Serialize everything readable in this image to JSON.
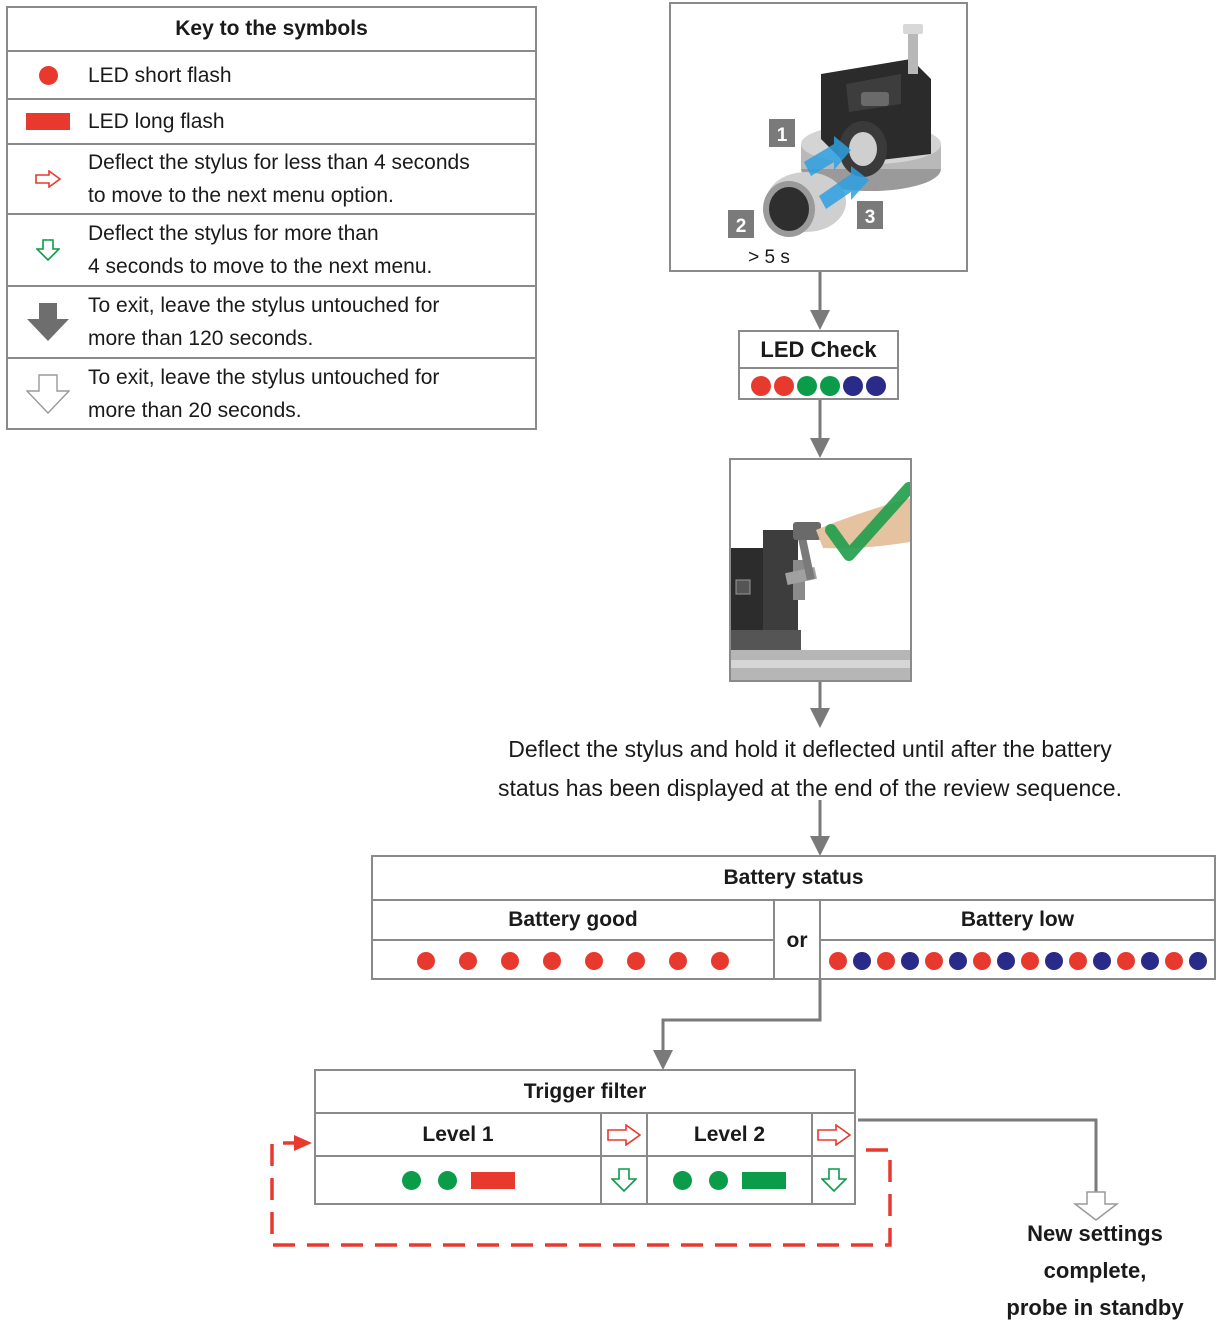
{
  "legend": {
    "title": "Key to the symbols",
    "items": [
      {
        "symbol": "red-dot-icon",
        "text": "LED short flash"
      },
      {
        "symbol": "red-bar-icon",
        "text": "LED long flash"
      },
      {
        "symbol": "red-outline-right-arrow-icon",
        "line1": "Deflect the stylus for less than 4 seconds",
        "line2": "to move to the next menu option."
      },
      {
        "symbol": "green-outline-down-arrow-icon",
        "line1": "Deflect the stylus for more than",
        "line2": "4 seconds to move to the next menu."
      },
      {
        "symbol": "solid-grey-down-arrow-icon",
        "line1": "To exit, leave the stylus untouched for",
        "line2": "more than 120 seconds."
      },
      {
        "symbol": "outline-down-arrow-icon",
        "line1": "To exit, leave the stylus untouched for",
        "line2": "more than 20 seconds."
      }
    ]
  },
  "photo1": {
    "steps": [
      "1",
      "2",
      "3"
    ],
    "time_label": "> 5 s"
  },
  "led_check": {
    "title": "LED Check",
    "dots": [
      "red",
      "red",
      "green",
      "green",
      "blue",
      "blue"
    ]
  },
  "instruction": {
    "line1": "Deflect the stylus and hold it deflected until after the battery",
    "line2": "status has been displayed at the end of the review sequence."
  },
  "battery": {
    "title": "Battery status",
    "good_label": "Battery good",
    "or_label": "or",
    "low_label": "Battery low",
    "good_dots": [
      "red",
      "red",
      "red",
      "red",
      "red",
      "red",
      "red",
      "red"
    ],
    "low_dots": [
      "red",
      "blue",
      "red",
      "blue",
      "red",
      "blue",
      "red",
      "blue",
      "red",
      "blue",
      "red",
      "blue",
      "red",
      "blue",
      "red",
      "blue"
    ]
  },
  "trigger": {
    "title": "Trigger filter",
    "level1_label": "Level 1",
    "level2_label": "Level 2",
    "level1_pattern": [
      "green-dot",
      "green-dot",
      "red-bar"
    ],
    "level2_pattern": [
      "green-dot",
      "green-dot",
      "green-bar"
    ]
  },
  "final": {
    "line1": "New settings",
    "line2": "complete,",
    "line3": "probe in standby"
  },
  "colors": {
    "red": "#e8392f",
    "green": "#0a9c48",
    "blue": "#2a2a88",
    "grey": "#7a7a7a",
    "border": "#8a8a8a"
  }
}
